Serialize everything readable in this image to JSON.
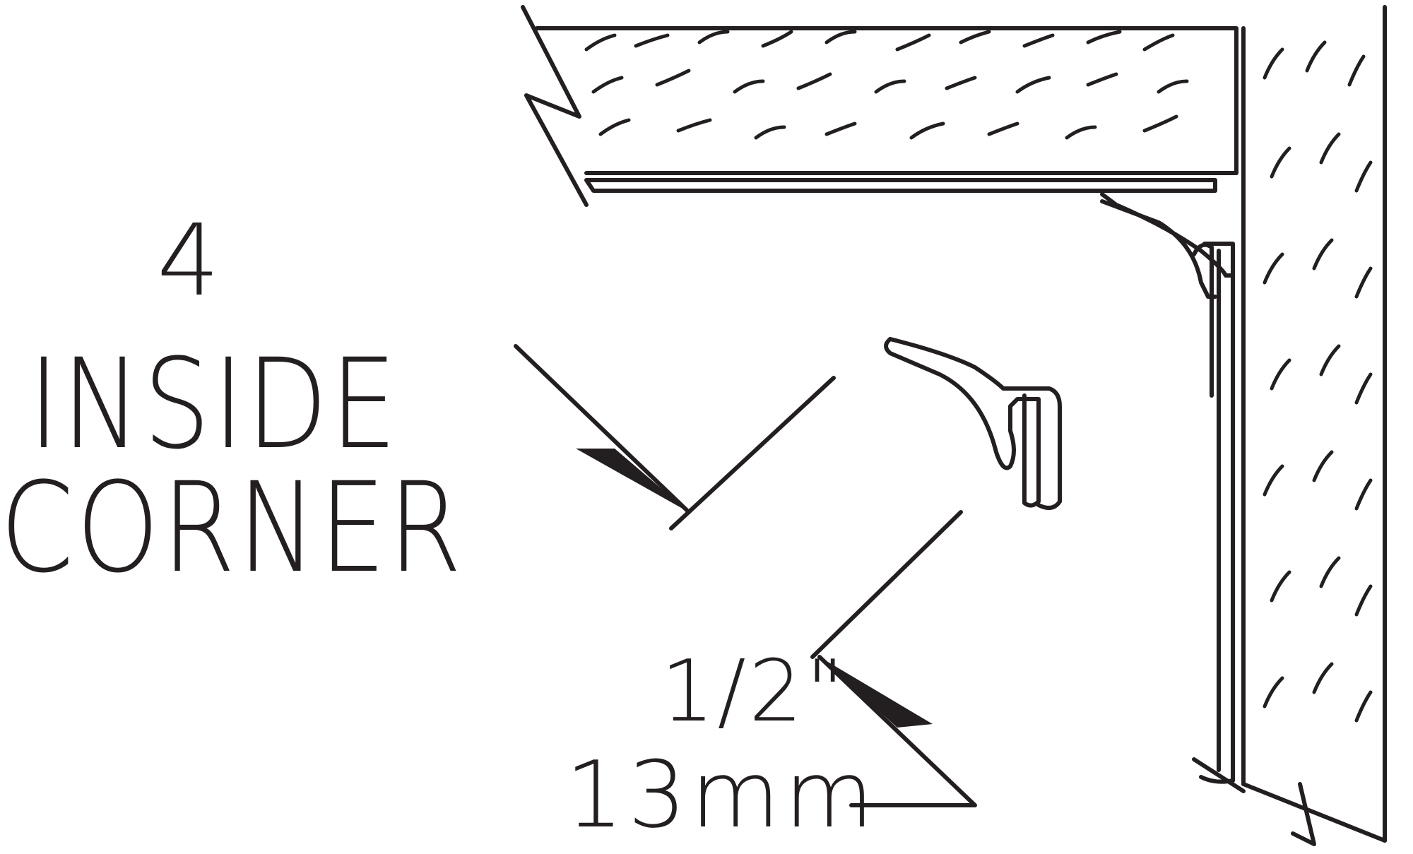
{
  "diagram": {
    "item_number": "4",
    "title_line1": "INSIDE",
    "title_line2": "CORNER",
    "dimension_imperial": "1/2\"",
    "dimension_metric": "13mm",
    "colors": {
      "ink": "#231f20",
      "background": "#ffffff"
    }
  }
}
